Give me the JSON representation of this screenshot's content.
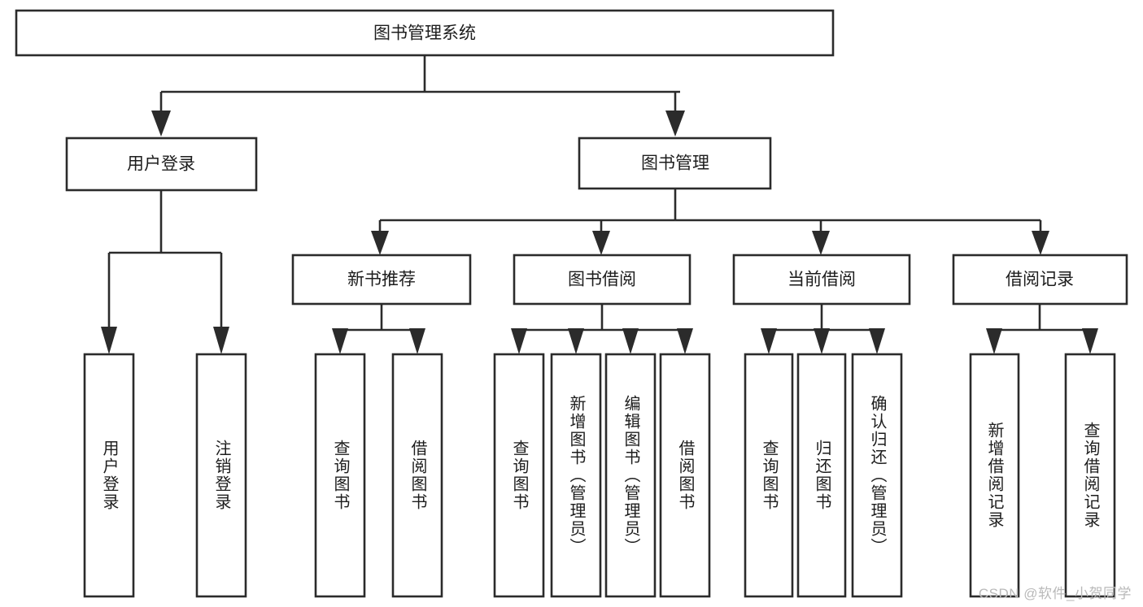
{
  "diagram": {
    "title": "图书管理系统",
    "watermark": "CSDN @软件_小贺同学",
    "colors": {
      "stroke": "#2b2b2b",
      "fill": "#ffffff",
      "text": "#1d1d1d",
      "watermark": "#b9b9b9"
    },
    "levels": {
      "root": {
        "label": "图书管理系统"
      },
      "level2": [
        {
          "label": "用户登录"
        },
        {
          "label": "图书管理"
        }
      ],
      "level3": [
        {
          "label": "新书推荐"
        },
        {
          "label": "图书借阅"
        },
        {
          "label": "当前借阅"
        },
        {
          "label": "借阅记录"
        }
      ],
      "leaves": {
        "user_login": [
          {
            "label": "用户登录"
          },
          {
            "label": "注销登录"
          }
        ],
        "new_book_recommend": [
          {
            "label": "查询图书"
          },
          {
            "label": "借阅图书"
          }
        ],
        "book_borrow": [
          {
            "label": "查询图书"
          },
          {
            "label": "新增图书（管理员）"
          },
          {
            "label": "编辑图书（管理员）"
          },
          {
            "label": "借阅图书"
          }
        ],
        "current_borrow": [
          {
            "label": "查询图书"
          },
          {
            "label": "归还图书"
          },
          {
            "label": "确认归还（管理员）"
          }
        ],
        "borrow_record": [
          {
            "label": "新增借阅记录"
          },
          {
            "label": "查询借阅记录"
          }
        ]
      }
    }
  }
}
